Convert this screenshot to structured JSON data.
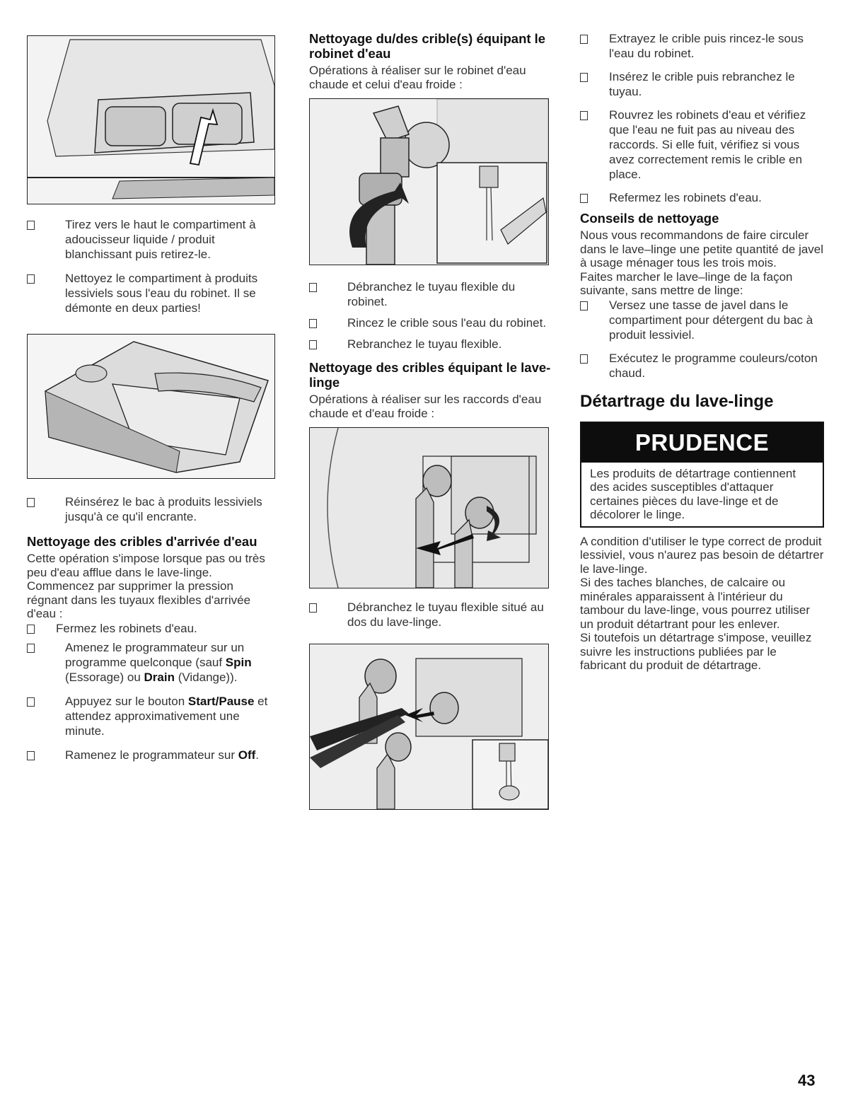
{
  "col1": {
    "step_pull": "Tirez vers le haut le compartiment à adoucisseur liquide / produit blanchissant puis retirez-le.",
    "step_clean": "Nettoyez le compartiment à produits lessiviels sous l'eau du robinet. Il se démonte en deux parties!",
    "step_reinsert": "Réinsérez le bac à produits lessiviels jusqu'à ce qu'il encrante.",
    "heading_inlet": "Nettoyage des cribles d'arrivée d'eau",
    "para_when": "Cette opération s'impose lorsque pas ou très peu d'eau afflue dans le lave-linge.",
    "para_start": "Commencez par supprimer la pression régnant dans les tuyaux flexibles d'arrivée d'eau :",
    "step_close": "Fermez les robinets d'eau.",
    "step_program_a": "Amenez le programmateur sur un programme quelconque (sauf ",
    "spin": "Spin",
    "step_program_b": " (Essorage) ou ",
    "drain": "Drain",
    "step_program_c": " (Vidange)).",
    "step_press_a": "Appuyez sur le bouton ",
    "start_pause": "Start/Pause",
    "step_press_b": " et attendez approximativement une minute.",
    "step_return_a": "Ramenez le programmateur sur ",
    "off": "Off",
    "step_return_b": "."
  },
  "col2": {
    "heading_tap": "Nettoyage du/des crible(s) équipant le robinet d'eau",
    "para_tap": "Opérations à réaliser sur le robinet d'eau chaude et celui d'eau froide :",
    "step_disconnect": "Débranchez le tuyau flexible du robinet.",
    "step_rinse": "Rincez le crible sous l'eau du robinet.",
    "step_reconnect": "Rebranchez le tuyau flexible.",
    "heading_machine": "Nettoyage des cribles équipant le lave-linge",
    "para_machine": "Opérations à réaliser sur les raccords d'eau chaude et d'eau froide :",
    "step_disconnect_back": "Débranchez le tuyau flexible situé au dos du lave-linge."
  },
  "col3": {
    "step_extract": "Extrayez le crible puis rincez-le sous l'eau du robinet.",
    "step_insert": "Insérez le crible puis rebranchez le tuyau.",
    "step_reopen": "Rouvrez les robinets d'eau et vérifiez que l'eau ne fuit pas au niveau des raccords. Si elle fuit, vérifiez si vous avez correctement remis le crible en place.",
    "step_reclose": "Refermez les robinets d'eau.",
    "heading_tips": "Conseils de nettoyage",
    "para_recommend": "Nous vous recommandons de faire circuler dans le lave–linge une petite quantité de javel à usage ménager tous les trois mois.",
    "para_run": "Faites marcher le lave–linge de la façon suivante, sans mettre de linge:",
    "step_pour": "Versez une tasse de javel dans le compartiment pour détergent du bac à produit lessiviel.",
    "step_execute": "Exécutez le programme couleurs/coton chaud.",
    "heading_descale": "Détartrage du lave-linge",
    "caution_title": "PRUDENCE",
    "caution_text": "Les produits de détartrage contiennent des acides susceptibles d'attaquer certaines pièces du lave-linge et de décolorer le linge.",
    "para_condition": "A condition d'utiliser le type correct de produit lessiviel, vous n'aurez pas besoin de détartrer le lave-linge.",
    "para_stains": "Si des taches blanches, de calcaire ou minérales apparaissent à l'intérieur du tambour du lave-linge, vous pourrez utiliser un produit détartrant pour les enlever.",
    "para_however": "Si toutefois un détartrage s'impose, veuillez suivre les instructions publiées par le fabricant du produit de détartrage."
  },
  "page_number": "43"
}
